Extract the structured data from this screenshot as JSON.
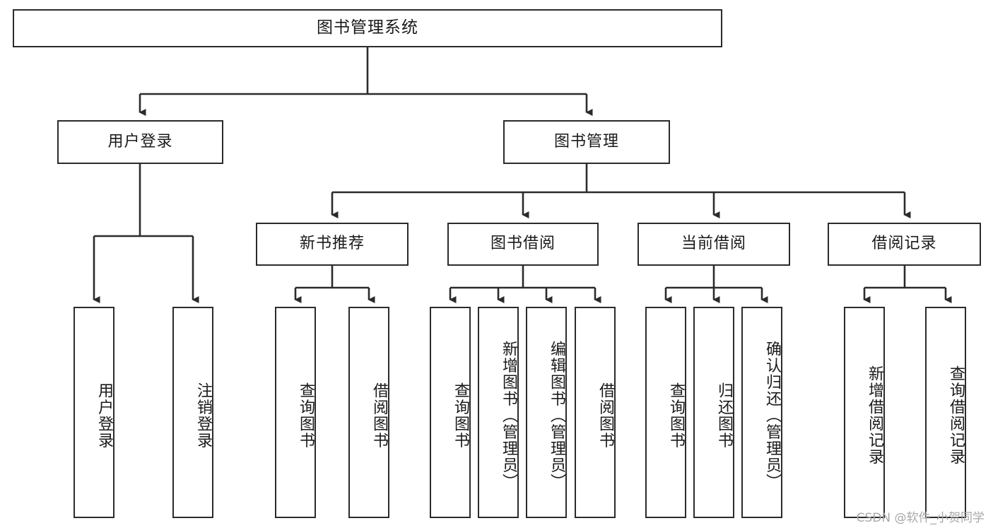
{
  "diagram": {
    "type": "tree-hierarchy-flowchart",
    "root": {
      "id": "root",
      "label": "图书管理系统"
    },
    "level2": [
      {
        "id": "user-login",
        "label": "用户登录"
      },
      {
        "id": "book-mgmt",
        "label": "图书管理"
      }
    ],
    "level3": [
      {
        "id": "new-book-rec",
        "label": "新书推荐",
        "parent": "book-mgmt"
      },
      {
        "id": "book-borrow",
        "label": "图书借阅",
        "parent": "book-mgmt"
      },
      {
        "id": "current-borrow",
        "label": "当前借阅",
        "parent": "book-mgmt"
      },
      {
        "id": "borrow-record",
        "label": "借阅记录",
        "parent": "book-mgmt"
      }
    ],
    "leaves": [
      {
        "id": "leaf-user-login",
        "label": "用户登录",
        "parent": "user-login"
      },
      {
        "id": "leaf-logout",
        "label": "注销登录",
        "parent": "user-login"
      },
      {
        "id": "leaf-query-book-1",
        "label": "查询图书",
        "parent": "new-book-rec"
      },
      {
        "id": "leaf-borrow-book-1",
        "label": "借阅图书",
        "parent": "new-book-rec"
      },
      {
        "id": "leaf-query-book-2",
        "label": "查询图书",
        "parent": "book-borrow"
      },
      {
        "id": "leaf-add-book",
        "label": "新增图书（管理员）",
        "parent": "book-borrow"
      },
      {
        "id": "leaf-edit-book",
        "label": "编辑图书（管理员）",
        "parent": "book-borrow"
      },
      {
        "id": "leaf-borrow-book-2",
        "label": "借阅图书",
        "parent": "book-borrow"
      },
      {
        "id": "leaf-query-book-3",
        "label": "查询图书",
        "parent": "current-borrow"
      },
      {
        "id": "leaf-return-book",
        "label": "归还图书",
        "parent": "current-borrow"
      },
      {
        "id": "leaf-confirm-return",
        "label": "确认归还（管理员）",
        "parent": "current-borrow"
      },
      {
        "id": "leaf-add-record",
        "label": "新增借阅记录",
        "parent": "borrow-record"
      },
      {
        "id": "leaf-query-record",
        "label": "查询借阅记录",
        "parent": "borrow-record"
      }
    ],
    "colors": {
      "stroke": "#2b2b2b",
      "fill": "#ffffff",
      "text": "#1a1a1a",
      "watermark": "#a8a8a8"
    }
  },
  "watermark": {
    "text": "CSDN @软件_小贺同学"
  }
}
